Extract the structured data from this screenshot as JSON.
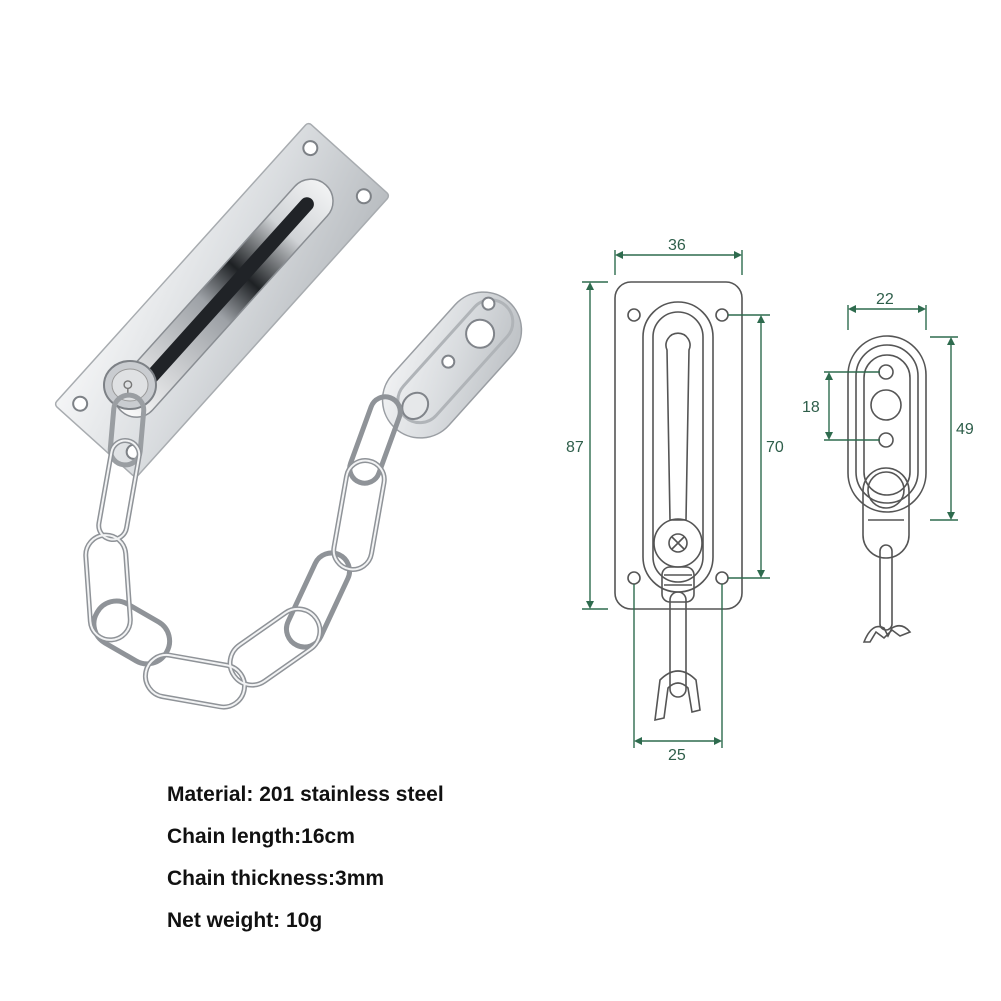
{
  "product": {
    "name": "door-chain-lock",
    "photo_label": "stainless steel door chain guard"
  },
  "diagram_main": {
    "width_label": "36",
    "height_label": "87",
    "slot_label": "70",
    "hole_spacing_label": "25"
  },
  "diagram_small": {
    "width_label": "22",
    "height_label": "49",
    "hole_spacing_label": "18"
  },
  "specs": [
    {
      "text": "Material: 201 stainless steel"
    },
    {
      "text": "Chain length:16cm"
    },
    {
      "text": "Chain thickness:3mm"
    },
    {
      "text": "Net weight: 10g"
    }
  ],
  "colors": {
    "dimension_line": "#2e6b4e",
    "drawing_line": "#555555",
    "metal_light": "#eef0f2",
    "metal_mid": "#c4c8cc",
    "metal_dark": "#6a6e73"
  }
}
